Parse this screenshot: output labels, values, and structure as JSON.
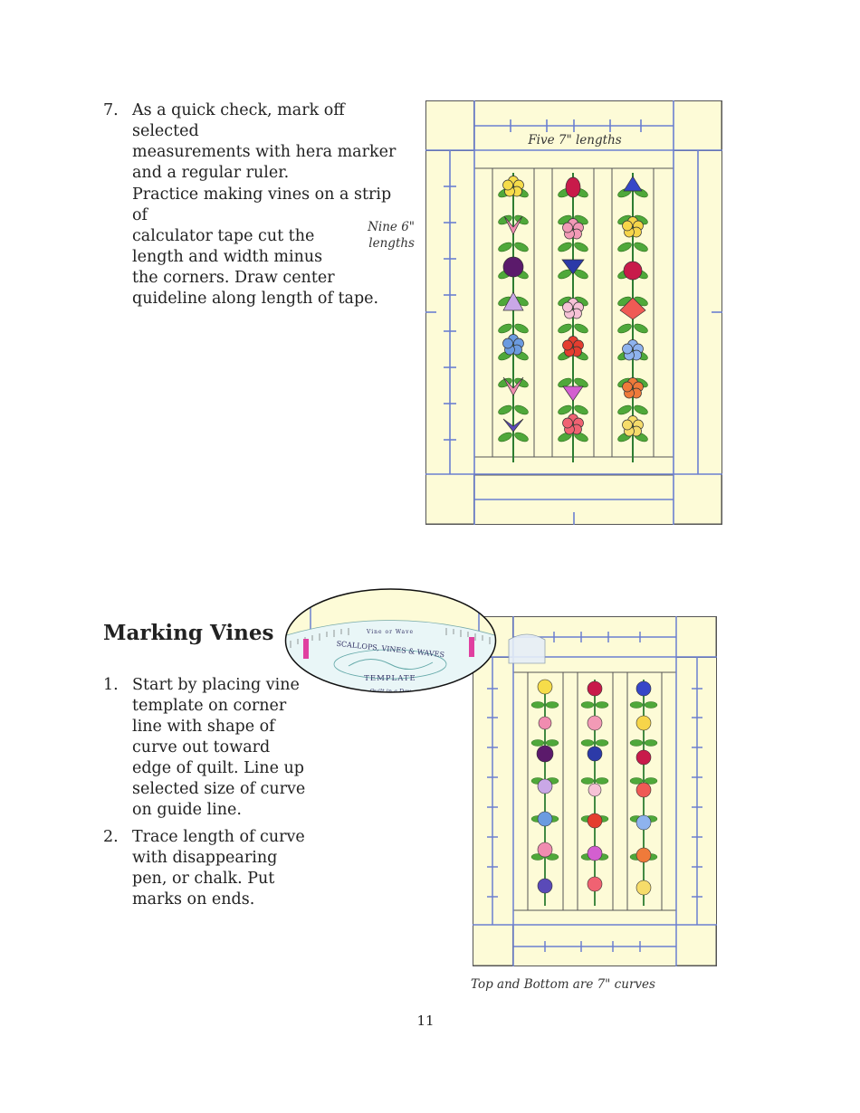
{
  "step7": {
    "number": "7.",
    "lines": [
      "As a quick check, mark off selected",
      "measurements with hera marker",
      "and a regular ruler."
    ],
    "practice_lines": [
      "Practice making vines on a strip of",
      "calculator tape cut the",
      "length and width minus",
      "the corners.  Draw center",
      "quideline along length of tape."
    ]
  },
  "figure1": {
    "label_width": "Five 7\" lengths",
    "label_length": [
      "Nine 6\"",
      "lengths"
    ]
  },
  "section": {
    "heading": "Marking Vines",
    "steps": [
      {
        "number": "1.",
        "lines": [
          "Start by placing vine",
          "template on corner",
          "line with shape of",
          "curve out toward",
          "edge of quilt. Line up",
          "selected size of curve",
          "on guide line."
        ]
      },
      {
        "number": "2.",
        "lines": [
          "Trace length of curve",
          "with disappearing",
          "pen, or chalk. Put",
          "marks on ends."
        ]
      }
    ]
  },
  "template_tool": {
    "top_text": "Vine or Wave",
    "arc_text": "SCALLOPS, VINES & WAVES",
    "center_text": "TEMPLATE",
    "bottom_text": "Quilt in a Day"
  },
  "figure2": {
    "caption": "Top and Bottom are 7\" curves"
  },
  "page_number": "11",
  "colors": {
    "fabric": "#fdfbd7",
    "guide_line": "#6b7fd0",
    "leaf": "#4fa83a",
    "stem": "#2e7d32",
    "magenta_mark": "#e040a0"
  }
}
